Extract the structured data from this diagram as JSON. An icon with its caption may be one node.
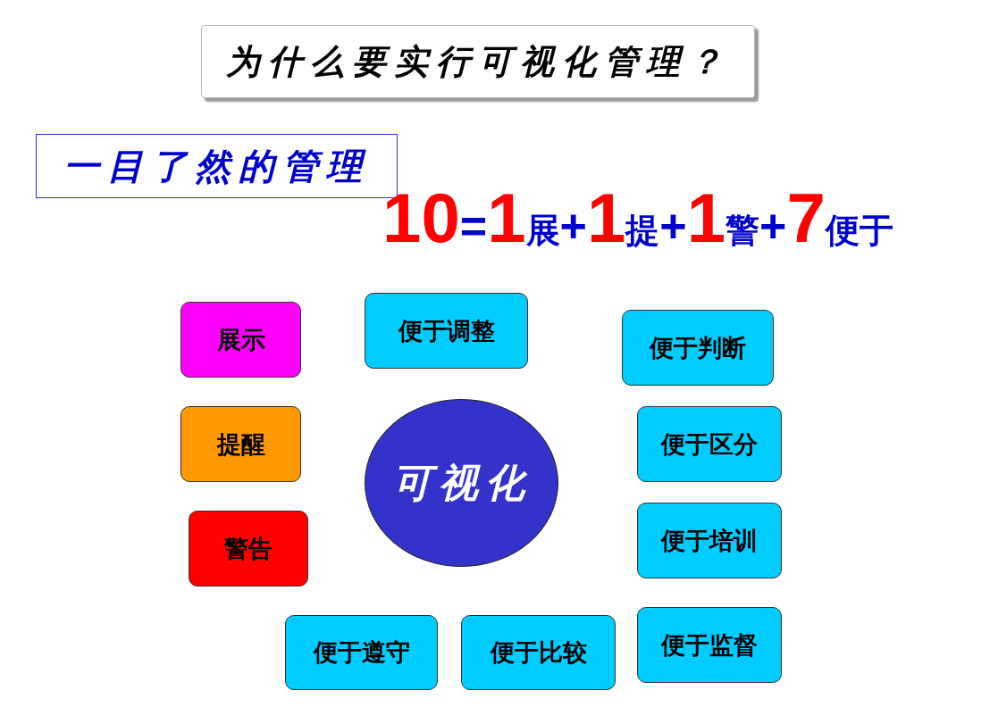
{
  "diagram": {
    "title": "为什么要实行可视化管理？",
    "nodes": [
      {
        "text": [
          "一目了然的管理"
        ]
      },
      {
        "text": [
          "展示"
        ]
      },
      {
        "text": [
          "便于调整"
        ]
      },
      {
        "text": [
          "便于判断"
        ]
      },
      {
        "text": [
          "提醒"
        ]
      },
      {
        "text": [
          "可视化"
        ]
      },
      {
        "text": [
          "便于区分"
        ]
      },
      {
        "text": [
          "警告"
        ]
      },
      {
        "text": [
          "便于培训"
        ]
      },
      {
        "text": [
          "便于遵守"
        ]
      },
      {
        "text": [
          "便于比较"
        ]
      },
      {
        "text": [
          "便于监督"
        ]
      }
    ],
    "labels": [
      "10=1展+1提+1警+7便于"
    ]
  }
}
